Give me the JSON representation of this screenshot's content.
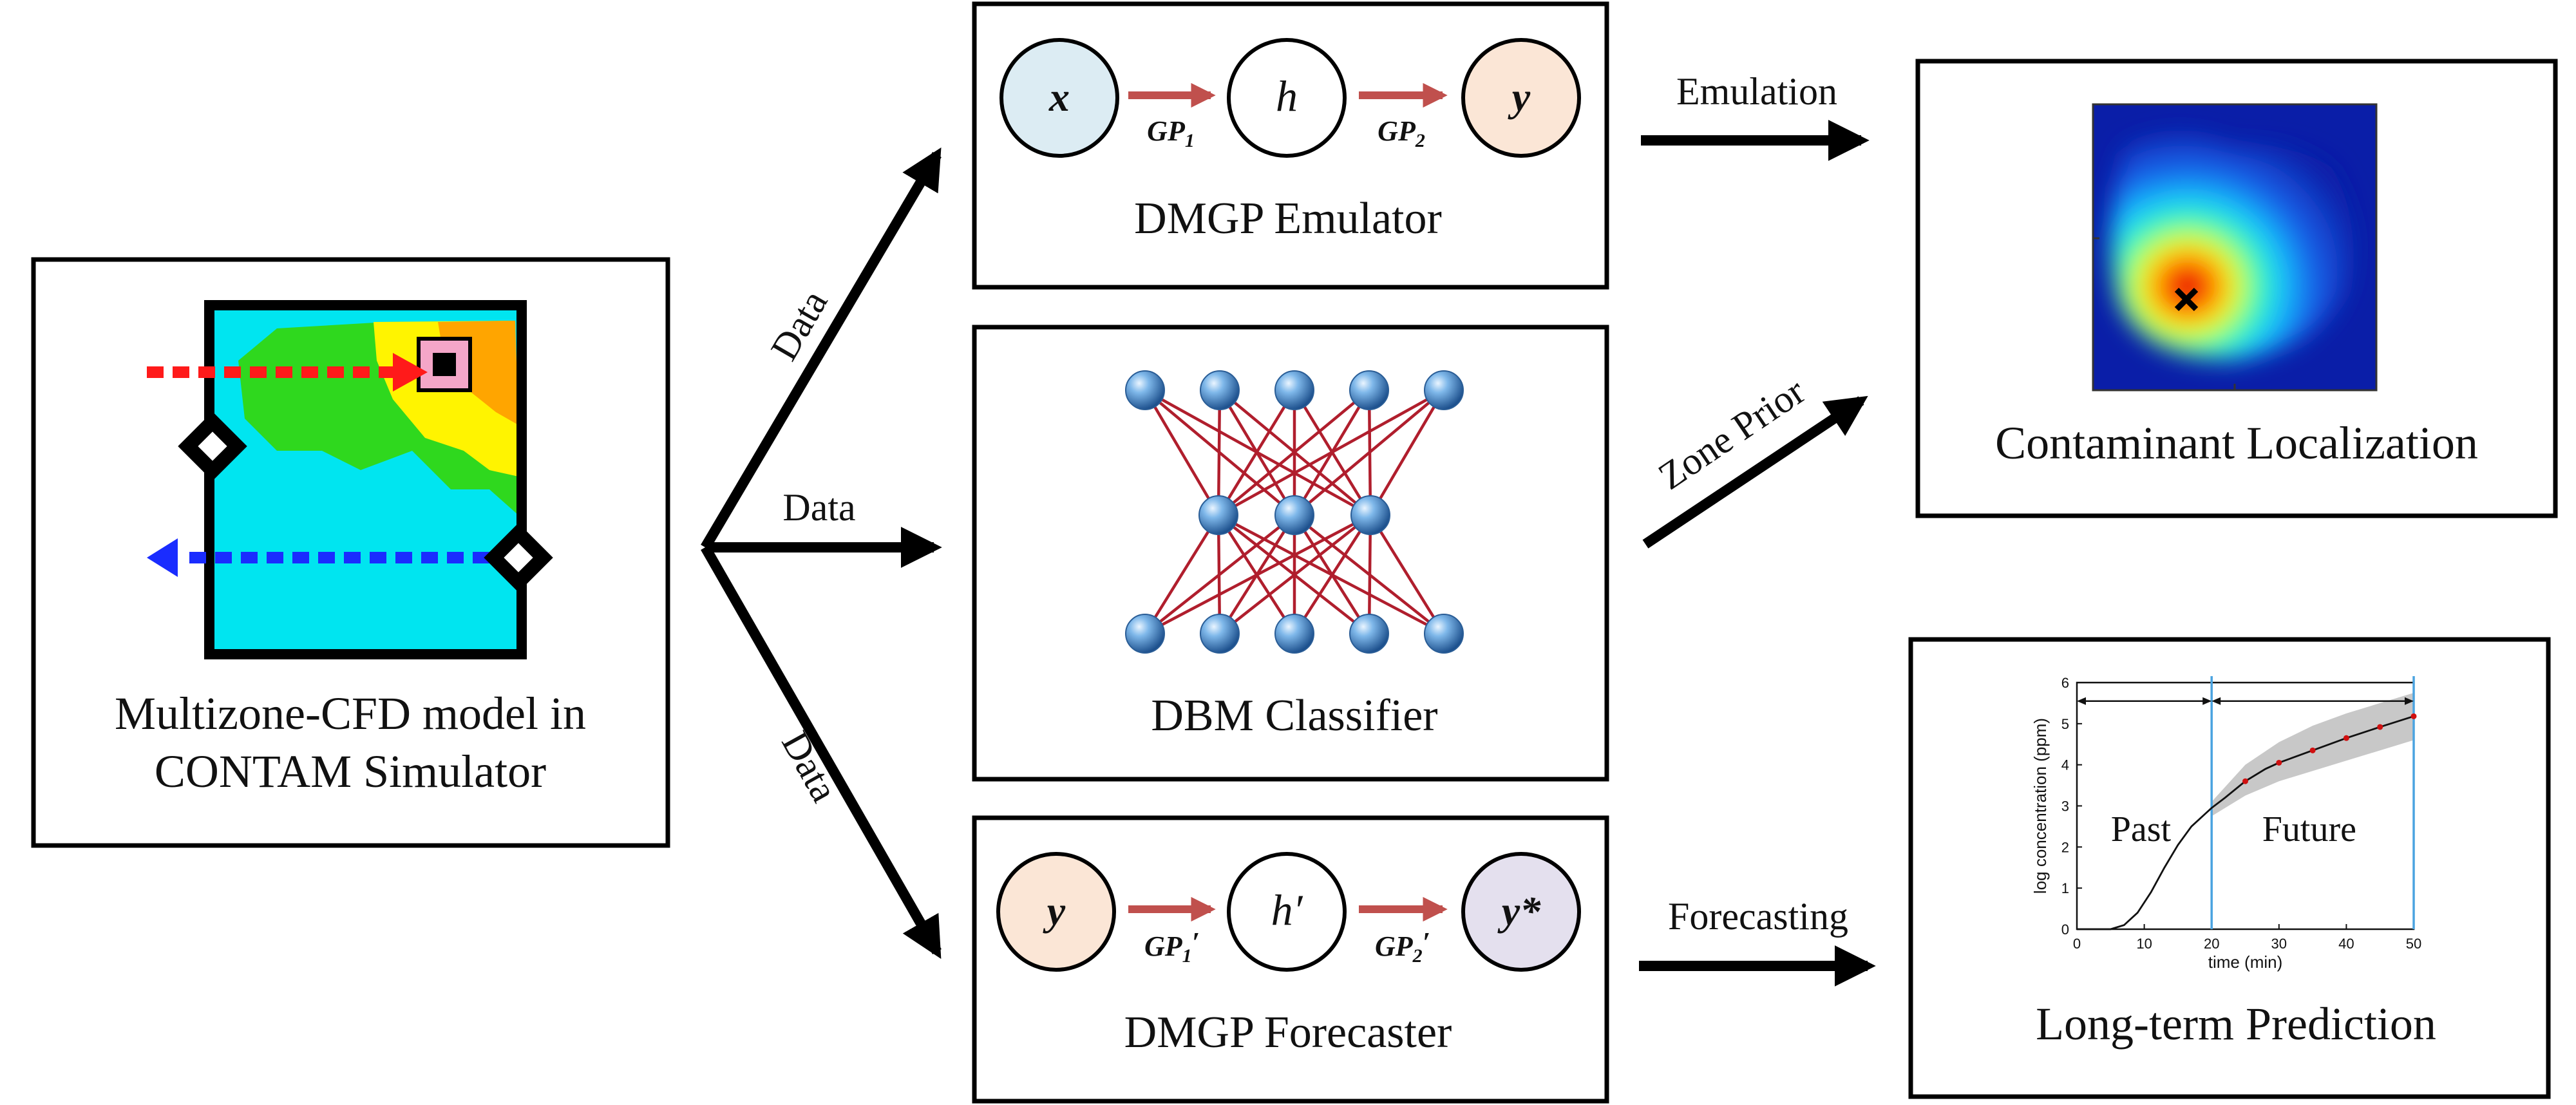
{
  "simulator": {
    "caption_line1": "Multizone-CFD model in",
    "caption_line2": "CONTAM Simulator"
  },
  "branch_labels": {
    "top": "Data",
    "middle": "Data",
    "bottom": "Data"
  },
  "emulator": {
    "title": "DMGP Emulator",
    "node_input": "x",
    "node_hidden": "h",
    "node_output": "y",
    "gp1": "GP",
    "gp1_sub": "1",
    "gp2": "GP",
    "gp2_sub": "2",
    "color_input": "#dcecf3",
    "color_output": "#fbe6d6"
  },
  "classifier": {
    "title": "DBM Classifier",
    "layers": [
      5,
      3,
      5
    ],
    "edge_color": "#b01e2d",
    "node_color": "#4a8fd0"
  },
  "forecaster": {
    "title": "DMGP Forecaster",
    "node_input": "y",
    "node_hidden": "h′",
    "node_output": "y*",
    "gp1": "GP",
    "gp1_sub": "1",
    "gp1_prime": "′",
    "gp2": "GP",
    "gp2_sub": "2",
    "gp2_prime": "′",
    "color_input": "#fbe6d6",
    "color_output": "#e4e0ee"
  },
  "outputs": {
    "emulation_label": "Emulation",
    "zone_prior_label": "Zone Prior",
    "forecasting_label": "Forecasting",
    "localization_title": "Contaminant Localization",
    "prediction_title": "Long-term Prediction"
  },
  "arrow_color": "#c0504d",
  "chart_data": {
    "type": "line",
    "xlabel": "time (min)",
    "ylabel": "log concentration (ppm)",
    "xlim": [
      0,
      50
    ],
    "ylim": [
      0,
      6
    ],
    "xticks": [
      0,
      10,
      20,
      30,
      40,
      50
    ],
    "yticks": [
      0,
      1,
      2,
      3,
      4,
      5,
      6
    ],
    "split_x": 20,
    "end_x": 50,
    "region_labels": [
      "Past",
      "Future"
    ],
    "series": [
      {
        "x": [
          0,
          5,
          7,
          9,
          11,
          13,
          15,
          17,
          19,
          20,
          22,
          25,
          28,
          30,
          35,
          40,
          45,
          50
        ],
        "values": [
          0,
          0,
          0.1,
          0.4,
          0.9,
          1.5,
          2.05,
          2.5,
          2.8,
          2.95,
          3.2,
          3.6,
          3.9,
          4.05,
          4.35,
          4.65,
          4.92,
          5.18
        ]
      }
    ],
    "band_x": [
      20,
      25,
      30,
      35,
      40,
      45,
      50
    ],
    "band_upper": [
      3.1,
      4.0,
      4.55,
      4.95,
      5.25,
      5.5,
      5.75
    ],
    "band_lower": [
      2.75,
      3.25,
      3.6,
      3.85,
      4.1,
      4.35,
      4.6
    ],
    "observed_x": [
      25,
      30,
      35,
      40,
      45,
      50
    ],
    "observed_y": [
      3.6,
      4.05,
      4.35,
      4.65,
      4.92,
      5.18
    ]
  }
}
